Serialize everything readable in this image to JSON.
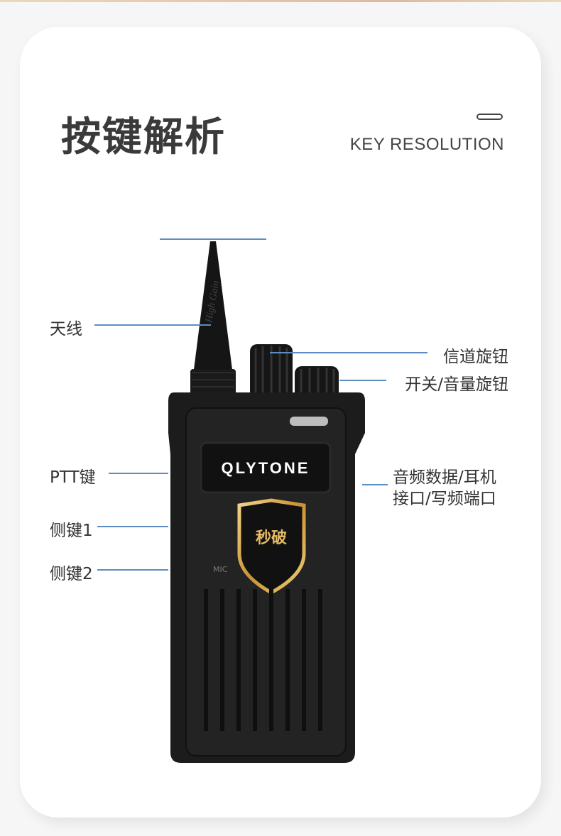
{
  "header": {
    "title": "按键解析",
    "subtitle": "KEY RESOLUTION"
  },
  "labels": {
    "antenna": "天线",
    "channel_knob": "信道旋钮",
    "power_volume_knob": "开关/音量旋钮",
    "ptt": "PTT键",
    "side_key_1": "侧键1",
    "side_key_2": "侧键2",
    "audio_port_line1": "音频数据/耳机",
    "audio_port_line2": "接口/写频端口"
  },
  "device": {
    "brand": "QLYTONE",
    "antenna_text": "High Gain",
    "badge_text": "秒破",
    "mic_label": "MIC"
  },
  "colors": {
    "line": "#5b8dc0",
    "badge_gold": "#d9a84a",
    "body": "#1c1c1c"
  }
}
